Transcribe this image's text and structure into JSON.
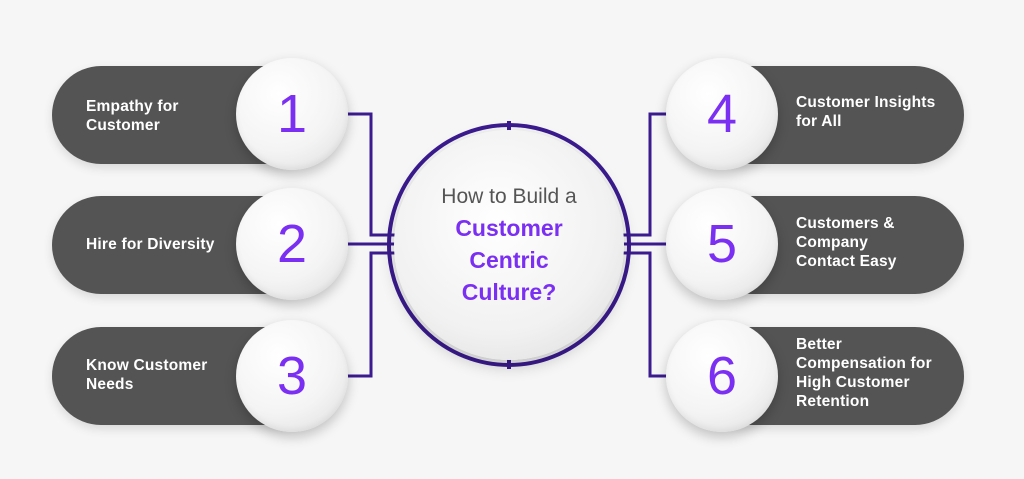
{
  "center": {
    "line1": "How to Build a",
    "line2": "Customer",
    "line3": "Centric",
    "line4": "Culture?"
  },
  "steps": [
    {
      "number": "1",
      "label": "Empathy for Customer"
    },
    {
      "number": "2",
      "label": "Hire for Diversity"
    },
    {
      "number": "3",
      "label": "Know Customer Needs"
    },
    {
      "number": "4",
      "label": "Customer Insights for All"
    },
    {
      "number": "5",
      "label": "Customers & Company Contact Easy"
    },
    {
      "number": "6",
      "label": "Better Compensation for High Customer Retention"
    }
  ],
  "colors": {
    "accent": "#7b2ff2",
    "connector": "#3b1b8f",
    "pill": "#545454",
    "background": "#f6f6f6"
  }
}
